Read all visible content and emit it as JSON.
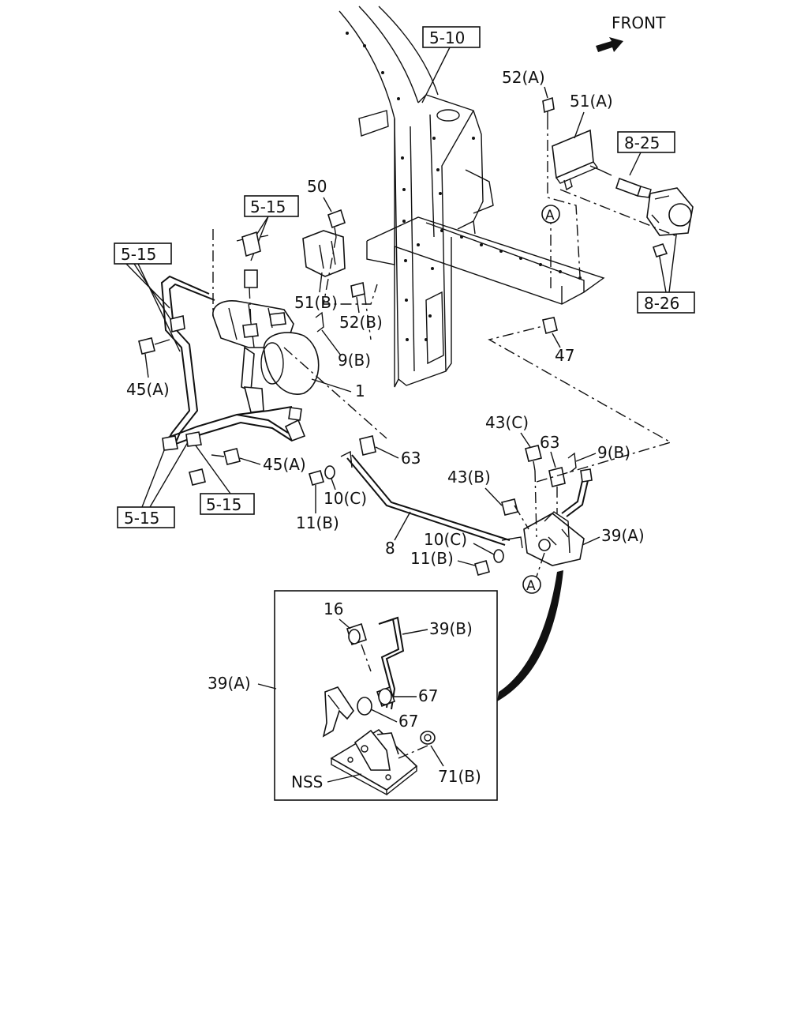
{
  "header": {
    "front_label": "FRONT"
  },
  "refs": {
    "r_5_10": "5-10",
    "r_5_15_top": "5-15",
    "r_5_15_left": "5-15",
    "r_5_15_mid": "5-15",
    "r_5_15_bottom": "5-15",
    "r_8_25": "8-25",
    "r_8_26": "8-26"
  },
  "callouts": {
    "c_52A": "52(A)",
    "c_51A": "51(A)",
    "c_50": "50",
    "c_51B": "51(B)",
    "c_52B": "52(B)",
    "c_9B_left": "9(B)",
    "c_1": "1",
    "c_45A_upper": "45(A)",
    "c_45A_lower": "45(A)",
    "c_47": "47",
    "c_A_upper": "A",
    "c_A_lower": "A",
    "c_43C": "43(C)",
    "c_63_right": "63",
    "c_9B_right": "9(B)",
    "c_43B": "43(B)",
    "c_39A_right": "39(A)",
    "c_63_left": "63",
    "c_10C_left": "10(C)",
    "c_11B_left": "11(B)",
    "c_8": "8",
    "c_10C_right": "10(C)",
    "c_11B_right": "11(B)"
  },
  "detail": {
    "c_16": "16",
    "c_39B": "39(B)",
    "c_39A": "39(A)",
    "c_67_upper": "67",
    "c_67_lower": "67",
    "c_NSS": "NSS",
    "c_71B": "71(B)"
  }
}
